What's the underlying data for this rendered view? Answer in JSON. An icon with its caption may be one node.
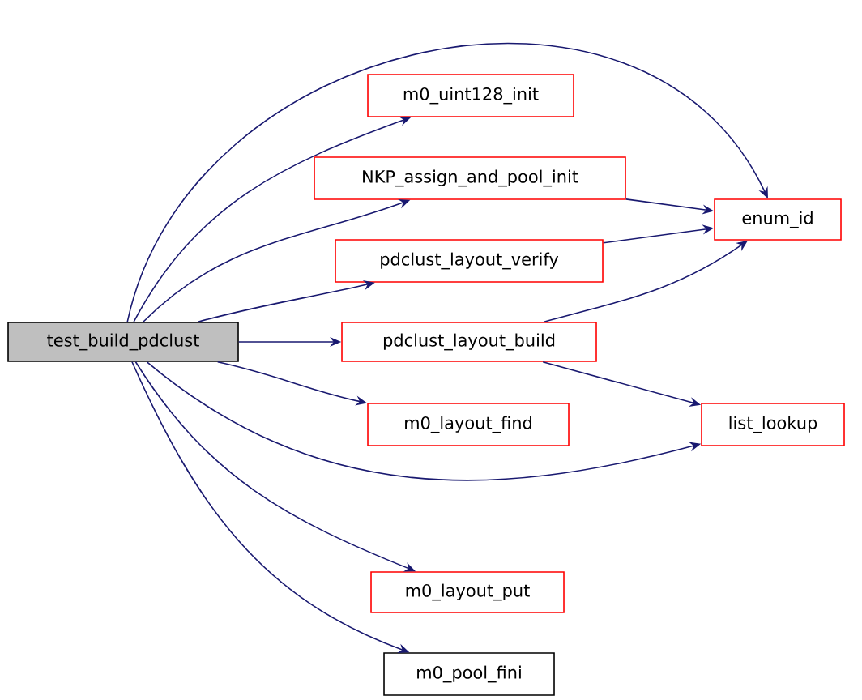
{
  "diagram": {
    "nodes": [
      {
        "text": [
          "test_build_pdclust"
        ]
      },
      {
        "text": [
          "m0_uint128_init"
        ]
      },
      {
        "text": [
          "NKP_assign_and_pool_init"
        ]
      },
      {
        "text": [
          "pdclust_layout_verify"
        ]
      },
      {
        "text": [
          "pdclust_layout_build"
        ]
      },
      {
        "text": [
          "m0_layout_find"
        ]
      },
      {
        "text": [
          "m0_layout_put"
        ]
      },
      {
        "text": [
          "m0_pool_fini"
        ]
      },
      {
        "text": [
          "enum_id"
        ]
      },
      {
        "text": [
          "list_lookup"
        ]
      }
    ],
    "edges": [
      {
        "from": 0,
        "to": 8,
        "arrow": "to"
      },
      {
        "from": 0,
        "to": 1,
        "arrow": "to"
      },
      {
        "from": 0,
        "to": 2,
        "arrow": "to"
      },
      {
        "from": 0,
        "to": 3,
        "arrow": "to"
      },
      {
        "from": 0,
        "to": 4,
        "arrow": "to"
      },
      {
        "from": 0,
        "to": 5,
        "arrow": "to"
      },
      {
        "from": 0,
        "to": 9,
        "arrow": "to"
      },
      {
        "from": 0,
        "to": 6,
        "arrow": "to"
      },
      {
        "from": 0,
        "to": 7,
        "arrow": "to"
      },
      {
        "from": 2,
        "to": 8,
        "arrow": "to"
      },
      {
        "from": 3,
        "to": 8,
        "arrow": "to"
      },
      {
        "from": 4,
        "to": 8,
        "arrow": "to"
      },
      {
        "from": 4,
        "to": 9,
        "arrow": "to"
      }
    ]
  }
}
